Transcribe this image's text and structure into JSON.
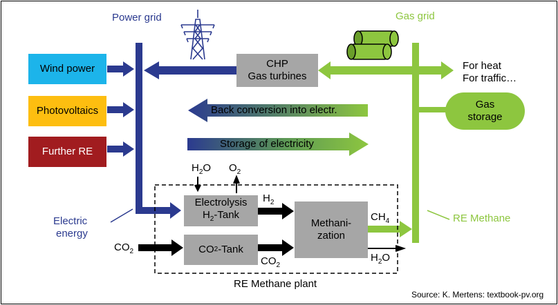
{
  "grids": {
    "power_grid": "Power grid",
    "gas_grid": "Gas grid"
  },
  "sources": {
    "wind": "Wind power",
    "pv": "Photovoltaics",
    "further": "Further RE"
  },
  "chp": {
    "line1": "CHP",
    "line2": "Gas turbines"
  },
  "outputs": {
    "line1": "For heat",
    "line2": "For traffic…"
  },
  "storage": {
    "line1": "Gas",
    "line2": "storage"
  },
  "arrows": {
    "back": "Back conversion into electr.",
    "storage": "Storage of electricity"
  },
  "plant": {
    "electrolysis_line1": "Electrolysis",
    "electrolysis_h2": "H",
    "electrolysis_rest": "-Tank",
    "co2_tank_pre": "CO",
    "co2_tank_post": "-Tank",
    "meth_line1": "Methani-",
    "meth_line2": "zation",
    "name": "RE Methane plant"
  },
  "flows": {
    "h2o_in": "H",
    "h2o_in_tail": "O",
    "o2_out": "O",
    "h2": "H",
    "co2_in": "CO",
    "co2_mid": "CO",
    "ch4": "CH",
    "h2o_out": "H",
    "h2o_out_tail": "O",
    "sub2": "2",
    "sub4": "4"
  },
  "labels": {
    "electric_energy_1": "Electric",
    "electric_energy_2": "energy",
    "re_methane": "RE Methane"
  },
  "source": "Source: K. Mertens: textbook-pv.org",
  "colors": {
    "blue": "#2b3a8f",
    "green": "#8dc63f",
    "wind": "#1cb4ea",
    "pv": "#fdbe10",
    "further": "#a11c1f",
    "gray": "#a6a6a6"
  }
}
